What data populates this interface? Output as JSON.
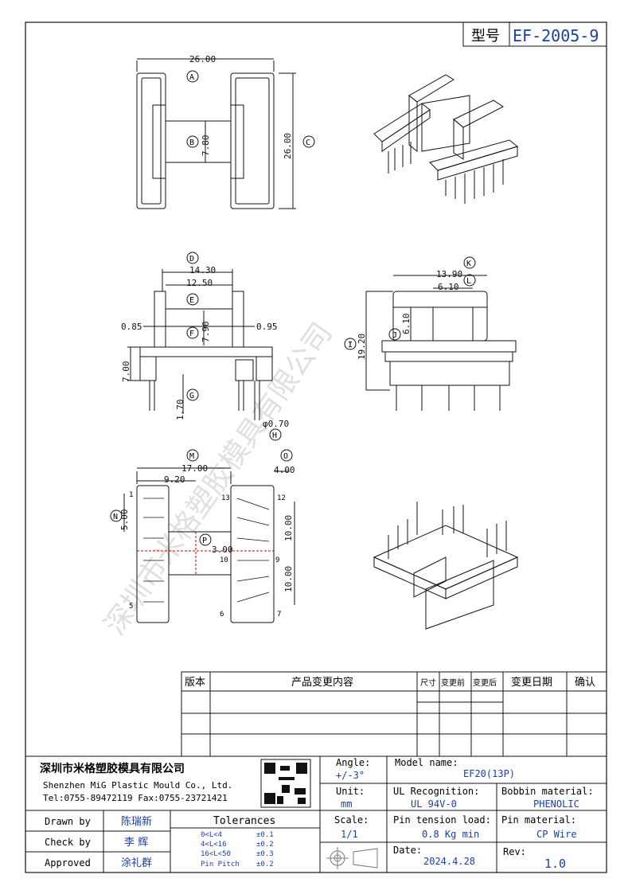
{
  "model_box": {
    "label": "型号",
    "value": "EF-2005-9"
  },
  "dims": {
    "top_width": "26.00",
    "top_height": "26.00",
    "top_mid": "7.80",
    "side_outer": "14.30",
    "side_inner": "12.50",
    "side_left": "0.85",
    "side_right": "0.95",
    "side_mid": "7.90",
    "side_height": "7.00",
    "pin_len": "1.70",
    "pin_dia": "φ0.70",
    "end_outer": "13.90",
    "end_inner": "6.10",
    "end_height": "19.20",
    "end_mid": "6.10",
    "bot_width": "17.00",
    "bot_left": "9.20",
    "bot_right": "4.00",
    "bot_pitch": "5.00",
    "bot_center": "3.00",
    "bot_up": "10.00",
    "bot_down": "10.00"
  },
  "callouts": [
    "A",
    "B",
    "C",
    "D",
    "E",
    "F",
    "G",
    "H",
    "K",
    "L",
    "I",
    "J",
    "M",
    "O",
    "N",
    "P"
  ],
  "pin_numbers": [
    "1",
    "5",
    "12",
    "13",
    "10",
    "9",
    "6",
    "7"
  ],
  "watermark": "深圳市米格塑胶模具有限公司",
  "revision_table": {
    "headers": [
      "版本",
      "产品变更内容",
      "尺寸",
      "变更前",
      "变更后",
      "变更日期",
      "确认"
    ]
  },
  "title_block": {
    "company_cn": "深圳市米格塑胶模具有限公司",
    "company_en": "Shenzhen MiG Plastic Mould Co., Ltd.",
    "contact": "Tel:0755-89472119   Fax:0755-23721421",
    "angle_label": "Angle:",
    "angle_value": "+/-3°",
    "unit_label": "Unit:",
    "unit_value": "mm",
    "scale_label": "Scale:",
    "scale_value": "1/1",
    "model_label": "Model name:",
    "model_value": "EF20(13P)",
    "ul_label": "UL Recognition:",
    "ul_value": "UL 94V-0",
    "bobbin_label": "Bobbin material:",
    "bobbin_value": "PHENOLIC",
    "tension_label": "Pin tension load:",
    "tension_value": "0.8 Kg min",
    "pin_mat_label": "Pin material:",
    "pin_mat_value": "CP Wire",
    "date_label": "Date:",
    "date_value": "2024.4.28",
    "rev_label": "Rev:",
    "rev_value": "1.0",
    "drawn_label": "Drawn by",
    "drawn_value": "陈瑞新",
    "check_label": "Check by",
    "check_value": "李 辉",
    "approved_label": "Approved",
    "approved_value": "涂礼群",
    "tol_title": "Tolerances",
    "tol_rows": [
      {
        "range": "0<L<4",
        "tol": "±0.1"
      },
      {
        "range": "4<L<16",
        "tol": "±0.2"
      },
      {
        "range": "16<L<50",
        "tol": "±0.3"
      },
      {
        "range": "Pin Pitch",
        "tol": "±0.2"
      }
    ]
  }
}
